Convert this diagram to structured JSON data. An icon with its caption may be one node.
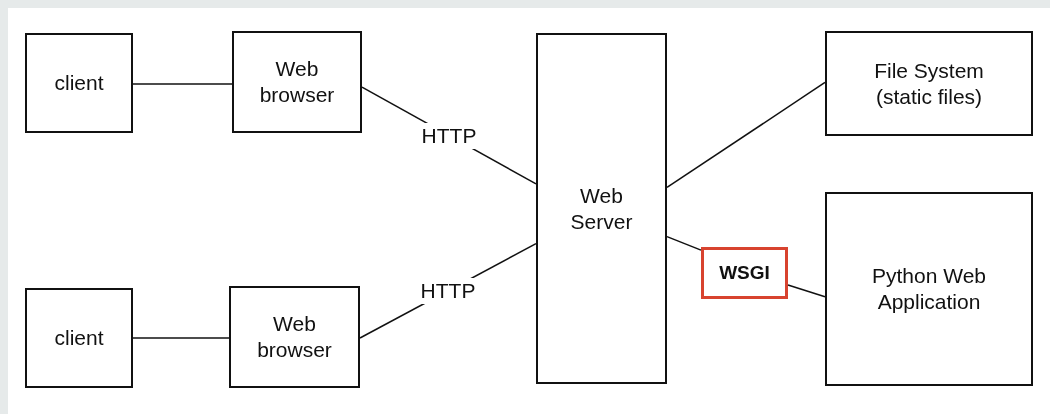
{
  "diagram": {
    "nodes": [
      {
        "text": [
          "client"
        ]
      },
      {
        "text": [
          "Web browser"
        ]
      },
      {
        "text": [
          "client"
        ]
      },
      {
        "text": [
          "Web browser"
        ]
      },
      {
        "text": [
          "Web Server"
        ]
      },
      {
        "text": [
          "File System (static files)"
        ]
      },
      {
        "text": [
          "WSGI"
        ]
      },
      {
        "text": [
          "Python Web Application"
        ]
      }
    ],
    "edges": [
      {
        "from": 0,
        "to": 1,
        "arrow": "none"
      },
      {
        "from": 1,
        "to": 4,
        "arrow": "none",
        "label": "HTTP"
      },
      {
        "from": 2,
        "to": 3,
        "arrow": "none"
      },
      {
        "from": 3,
        "to": 4,
        "arrow": "none",
        "label": "HTTP"
      },
      {
        "from": 4,
        "to": 5,
        "arrow": "none"
      },
      {
        "from": 4,
        "to": 6,
        "arrow": "none"
      },
      {
        "from": 6,
        "to": 7,
        "arrow": "none"
      }
    ]
  }
}
